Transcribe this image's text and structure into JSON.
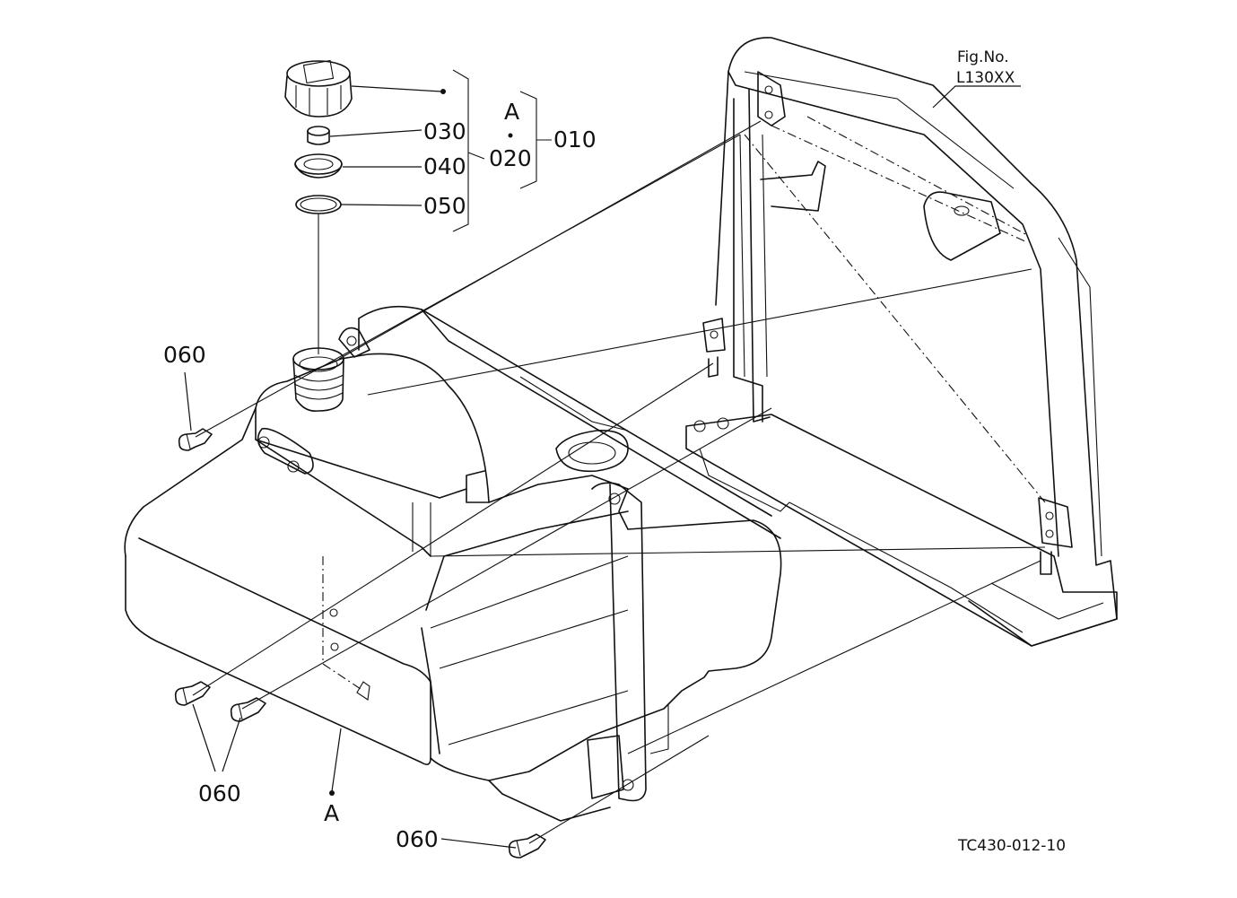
{
  "figure": {
    "fig_no_label": "Fig.No.",
    "fig_no_value": "L130XX",
    "drawing_code": "TC430-012-10"
  },
  "callouts": {
    "p010": "010",
    "p020": "020",
    "p030": "030",
    "p040": "040",
    "p050": "050",
    "p060_left": "060",
    "p060_pair": "060",
    "p060_bottom": "060",
    "group_mark_top": "A",
    "group_mark_bottom": "A"
  }
}
